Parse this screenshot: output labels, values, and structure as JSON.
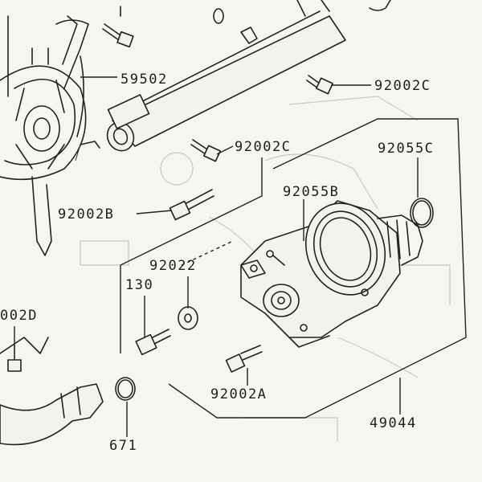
{
  "parts": {
    "p59502": "59502",
    "p92002C_top": "92002C",
    "p92002C_mid": "92002C",
    "p92055C": "92055C",
    "p92055B": "92055B",
    "p92002B": "92002B",
    "p92022": "92022",
    "p130": "130",
    "p92002D": "002D",
    "p92002A": "92002A",
    "p49044": "49044",
    "p671": "671"
  }
}
